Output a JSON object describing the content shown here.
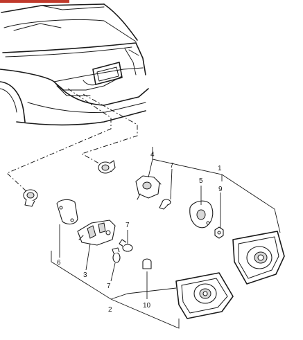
{
  "colors": {
    "line": "#1a1a1a",
    "shade": "#d8d8d8",
    "corner_bar": "#c0392b"
  },
  "callouts": {
    "c1": "1",
    "c2": "2",
    "c3": "3",
    "c4": "4",
    "c5": "5",
    "c6": "6",
    "c7a": "7",
    "c7b": "7",
    "c7c": "7",
    "c9": "9",
    "c10": "10"
  }
}
